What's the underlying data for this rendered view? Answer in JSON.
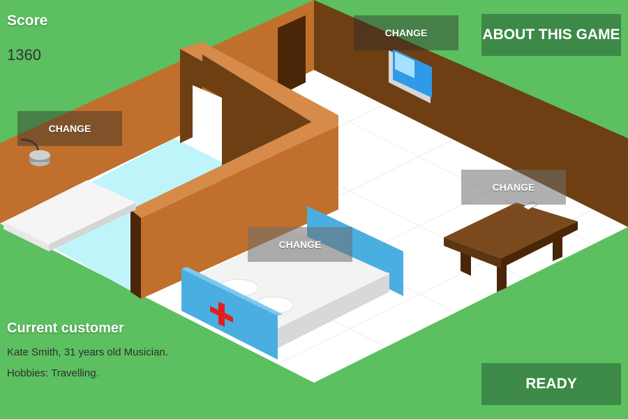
{
  "colors": {
    "grass": "#5cbf60",
    "wall_light": "#c0702c",
    "wall_dark": "#6e3f13",
    "floor": "#ffffff",
    "bathroom_floor": "#bff5fa",
    "bed_blue": "#4aaee0",
    "cross_red": "#e02020",
    "table": "#7a4a1e",
    "button_green": "#3d8a48"
  },
  "hud": {
    "score_label": "Score",
    "score_value": "1360",
    "customer_title": "Current customer",
    "customer_desc": "Kate Smith, 31 years old Musician.",
    "customer_hobbies": "Hobbies: Travelling."
  },
  "buttons": {
    "about": "ABOUT THIS GAME",
    "ready": "READY",
    "change_tv": "CHANGE",
    "change_bathroom": "CHANGE",
    "change_bed": "CHANGE",
    "change_table": "CHANGE"
  },
  "icons": [
    "medical-cross-icon",
    "toilet-icon",
    "tv-icon",
    "paper-icon"
  ]
}
